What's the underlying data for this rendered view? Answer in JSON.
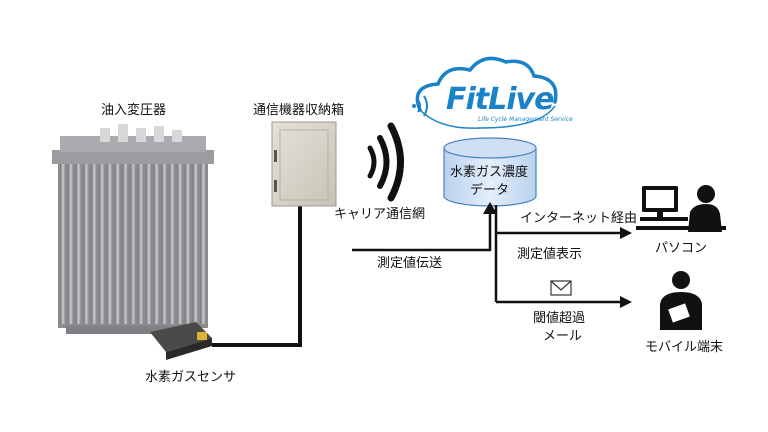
{
  "labels": {
    "transformer": "油入変圧器",
    "cabinet": "通信機器収納箱",
    "sensor": "水素ガスセンサ",
    "carrier_network": "キャリア通信網",
    "send_measurement": "測定値伝送",
    "database_line1": "水素ガス濃度",
    "database_line2": "データ",
    "via_internet": "インターネット経由",
    "display_measurement": "測定値表示",
    "threshold_mail_line1": "閾値超過",
    "threshold_mail_line2": "メール",
    "pc": "パソコン",
    "mobile": "モバイル端末"
  },
  "logo": {
    "name": "FitLive",
    "tagline": "Life Cycle Management Service",
    "color": "#1a82c8"
  }
}
